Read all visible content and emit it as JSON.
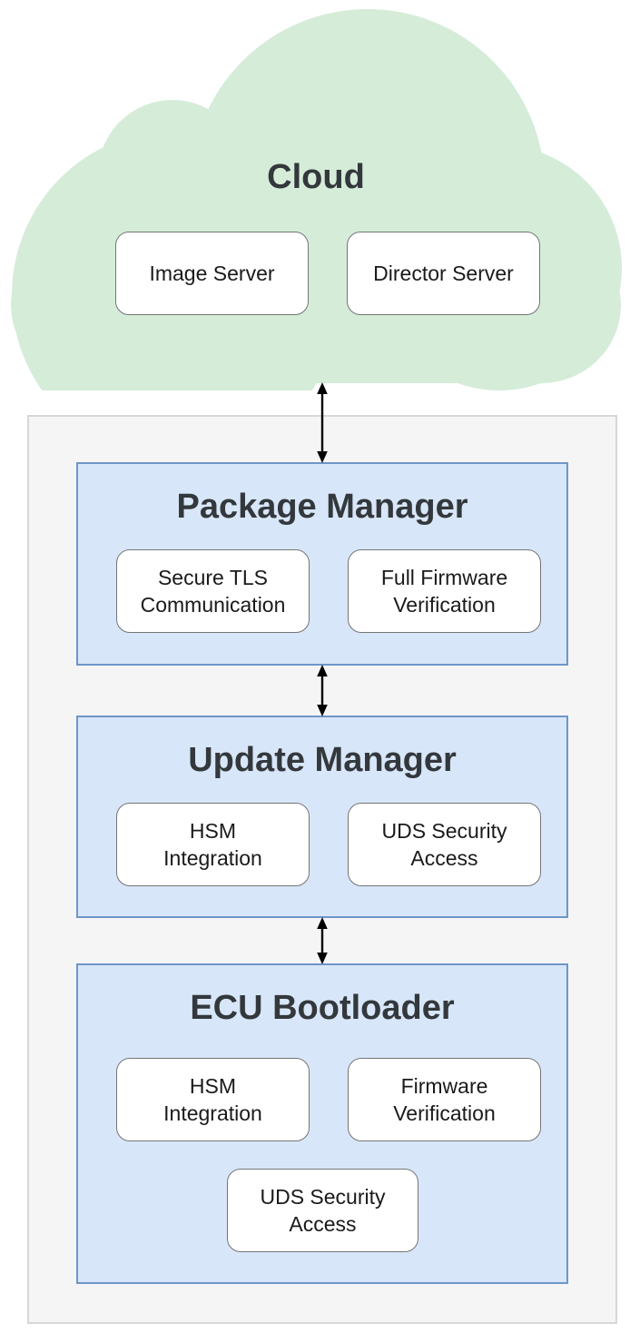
{
  "colors": {
    "cloud-fill": "#d5ecd9",
    "panel-fill": "#f5f5f6",
    "panel-border": "#d7d7d7",
    "section-fill": "#d8e6f9",
    "section-border": "#6e96c8",
    "node-fill": "#ffffff",
    "node-border": "#757575",
    "title-color": "#33383c",
    "node-text-color": "#1a1a1a",
    "arrow-color": "#000000"
  },
  "cloud": {
    "title": "Cloud",
    "nodes": [
      {
        "label": "Image Server"
      },
      {
        "label": "Director Server"
      }
    ]
  },
  "sections": [
    {
      "title": "Package Manager",
      "nodes": [
        {
          "label": "Secure TLS\nCommunication"
        },
        {
          "label": "Full Firmware\nVerification"
        }
      ]
    },
    {
      "title": "Update Manager",
      "nodes": [
        {
          "label": "HSM\nIntegration"
        },
        {
          "label": "UDS Security\nAccess"
        }
      ]
    },
    {
      "title": "ECU Bootloader",
      "nodes": [
        {
          "label": "HSM\nIntegration"
        },
        {
          "label": "Firmware\nVerification"
        },
        {
          "label": "UDS Security\nAccess"
        }
      ]
    }
  ]
}
